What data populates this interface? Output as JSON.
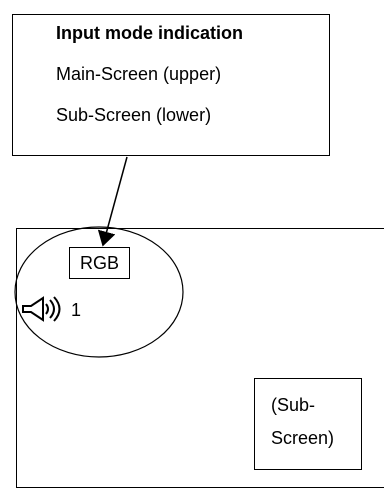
{
  "callout": {
    "title": "Input mode indication",
    "main_screen": "Main-Screen (upper)",
    "sub_screen": "Sub-Screen (lower)"
  },
  "screen": {
    "input_label": "RGB",
    "volume_icon": "speaker-icon",
    "volume_level": "1",
    "sub_screen_line1": "(Sub-",
    "sub_screen_line2": "Screen)"
  }
}
